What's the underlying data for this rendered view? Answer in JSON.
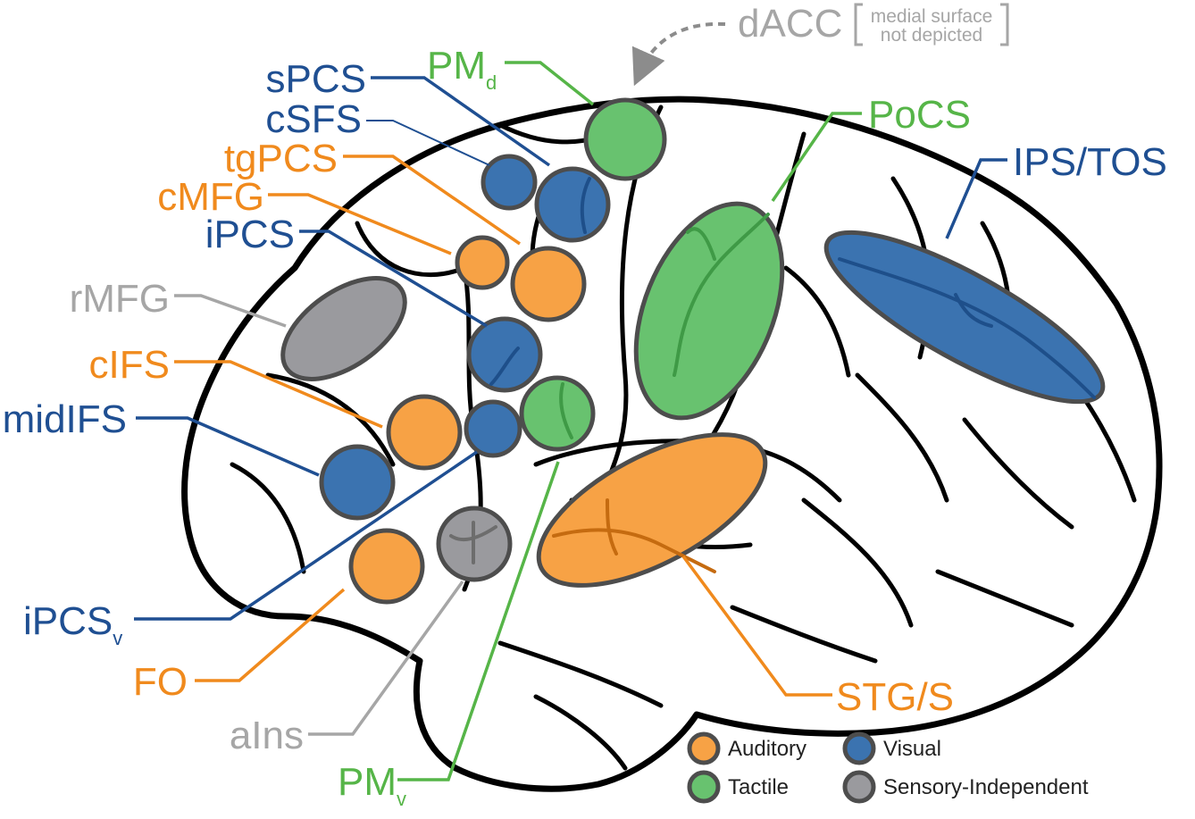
{
  "colors": {
    "visual": "#3b73b0",
    "visual_text": "#1f4f92",
    "auditory": "#f7a245",
    "auditory_text": "#f08a1d",
    "tactile": "#68c26f",
    "tactile_text": "#56b548",
    "sensory_independent": "#9a9a9e",
    "sensory_independent_text": "#a6a6a6",
    "outline": "#4d4d4d"
  },
  "labels": {
    "sPCS": "sPCS",
    "cSFS": "cSFS",
    "tgPCS": "tgPCS",
    "cMFG": "cMFG",
    "iPCS": "iPCS",
    "rMFG": "rMFG",
    "cIFS": "cIFS",
    "midIFS": "midIFS",
    "iPCSv_main": "iPCS",
    "iPCSv_sub": "v",
    "FO": "FO",
    "aIns": "aIns",
    "PMv_main": "PM",
    "PMv_sub": "v",
    "PMd_main": "PM",
    "PMd_sub": "d",
    "dACC": "dACC",
    "medial_note_line1": "medial surface",
    "medial_note_line2": "not depicted",
    "PoCS": "PoCS",
    "IPS_TOS": "IPS/TOS",
    "STG_S": "STG/S"
  },
  "legend": {
    "auditory": "Auditory",
    "visual": "Visual",
    "tactile": "Tactile",
    "sensory_independent": "Sensory-Independent"
  }
}
